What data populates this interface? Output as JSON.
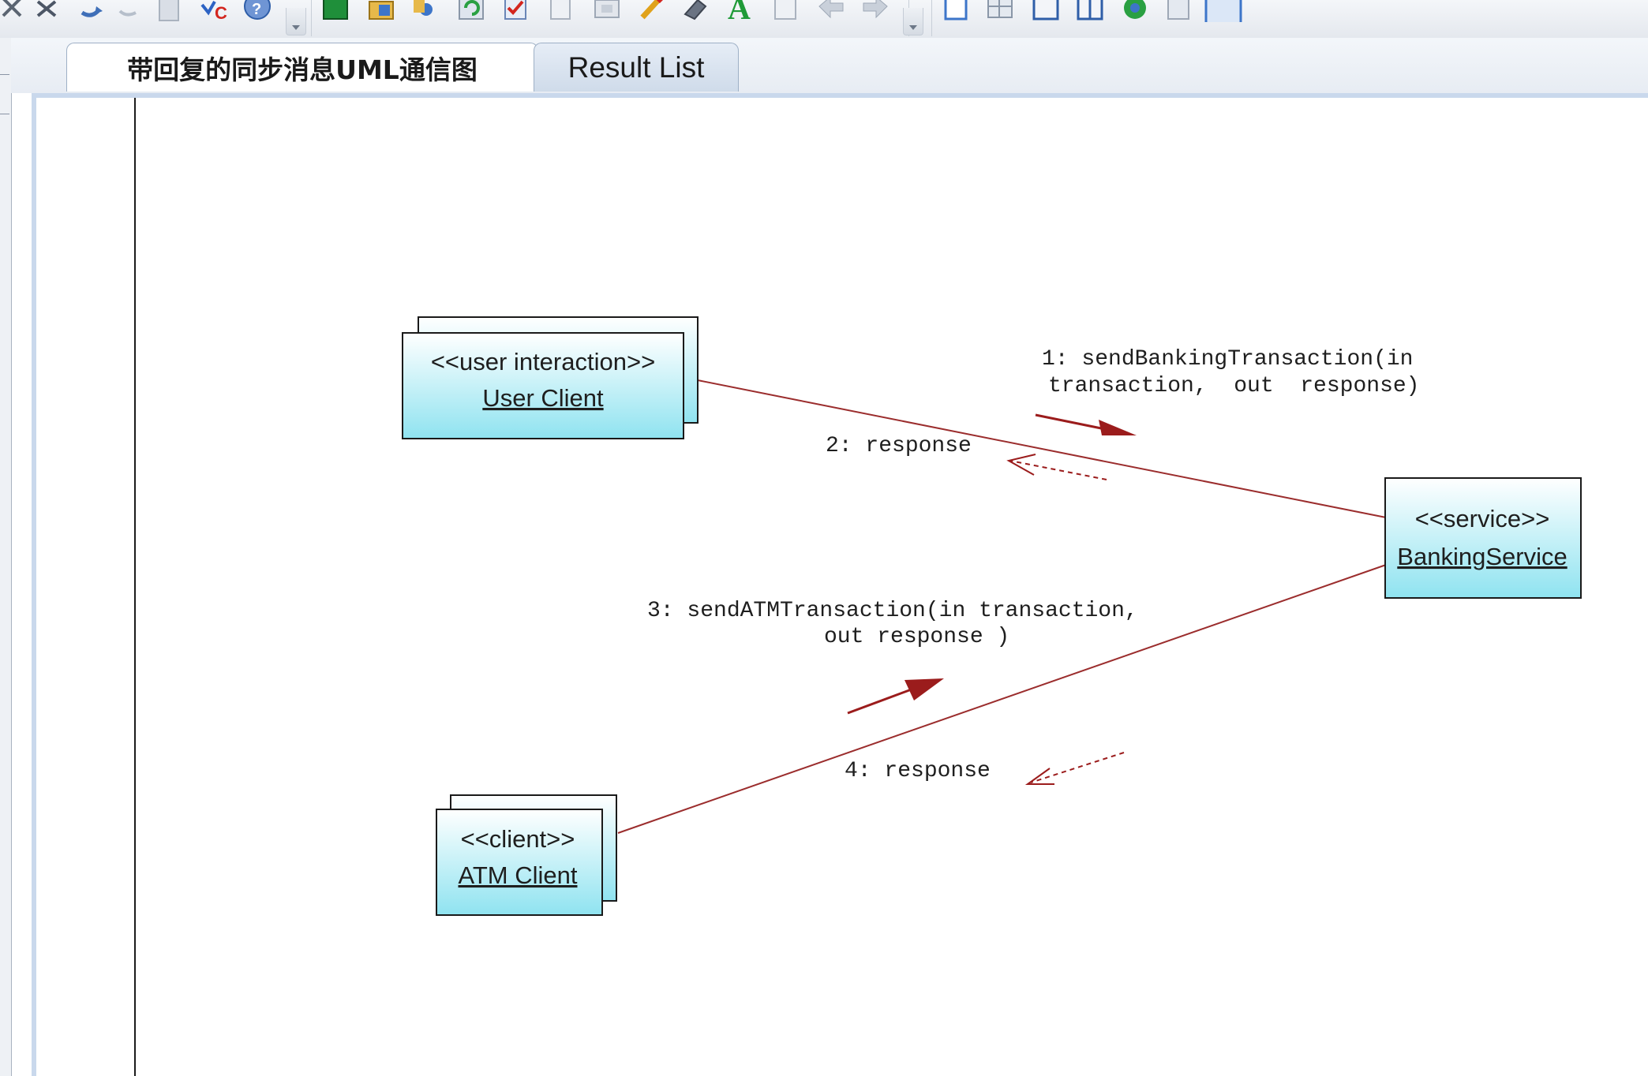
{
  "tabs": [
    {
      "label": "带回复的同步消息UML通信图",
      "active": true
    },
    {
      "label": "Result List",
      "active": false
    }
  ],
  "toolbar": {
    "icons": [
      "cut-icon",
      "undo-icon",
      "redo-icon",
      "paste-icon",
      "spell-check-icon",
      "help-icon",
      "green-book-icon",
      "folder-icon",
      "find-icon",
      "refresh-icon",
      "checklist-icon",
      "copy-icon",
      "print-icon",
      "pencil-icon",
      "eraser-icon",
      "text-a-icon",
      "note-icon",
      "back-arrow-icon",
      "forward-arrow-icon",
      "page-icon",
      "grid-icon",
      "layout-icon",
      "split-icon",
      "sync-icon",
      "export-icon",
      "select-icon"
    ]
  },
  "diagram": {
    "objects": [
      {
        "id": "user-client",
        "stereotype": "<<user interaction>>",
        "name": "User Client"
      },
      {
        "id": "banking-service",
        "stereotype": "<<service>>",
        "name": "BankingService"
      },
      {
        "id": "atm-client",
        "stereotype": "<<client>>",
        "name": "ATM Client"
      }
    ],
    "messages": [
      {
        "line1": "1: sendBankingTransaction(in",
        "line2": "transaction,  out  response)"
      },
      {
        "line1": "2: response"
      },
      {
        "line1": "3: sendATMTransaction(in transaction,",
        "line2": "out response )"
      },
      {
        "line1": "4: response"
      }
    ],
    "colors": {
      "object_fill_top": "#ffffff",
      "object_fill_bottom": "#99e6f2",
      "link": "#9b2d2d",
      "arrow": "#9b1c1c"
    }
  }
}
